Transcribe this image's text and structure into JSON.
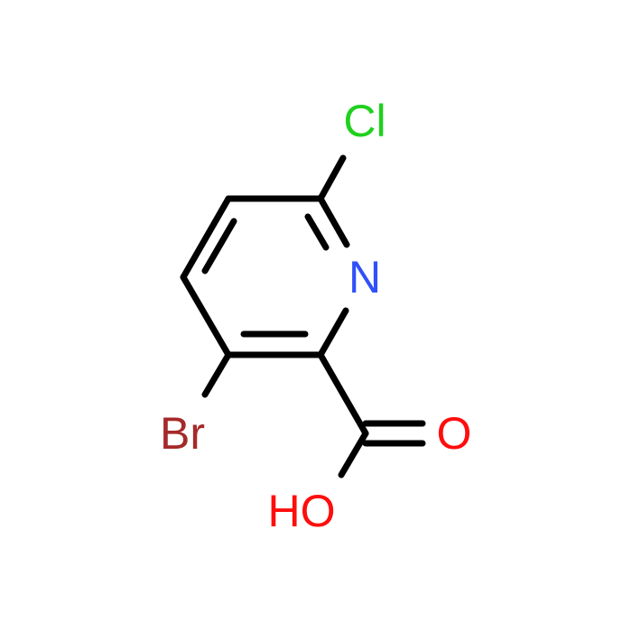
{
  "molecule": {
    "atoms": {
      "cl": {
        "text": "Cl",
        "color": "#1fd01f"
      },
      "n": {
        "text": "N",
        "color": "#3050f8"
      },
      "br": {
        "text": "Br",
        "color": "#a62929"
      },
      "o": {
        "text": "O",
        "color": "#ff0d0d"
      },
      "oh": {
        "text": "HO",
        "color": "#ff0d0d"
      }
    },
    "bond_color": "#000000",
    "background": "#ffffff"
  }
}
